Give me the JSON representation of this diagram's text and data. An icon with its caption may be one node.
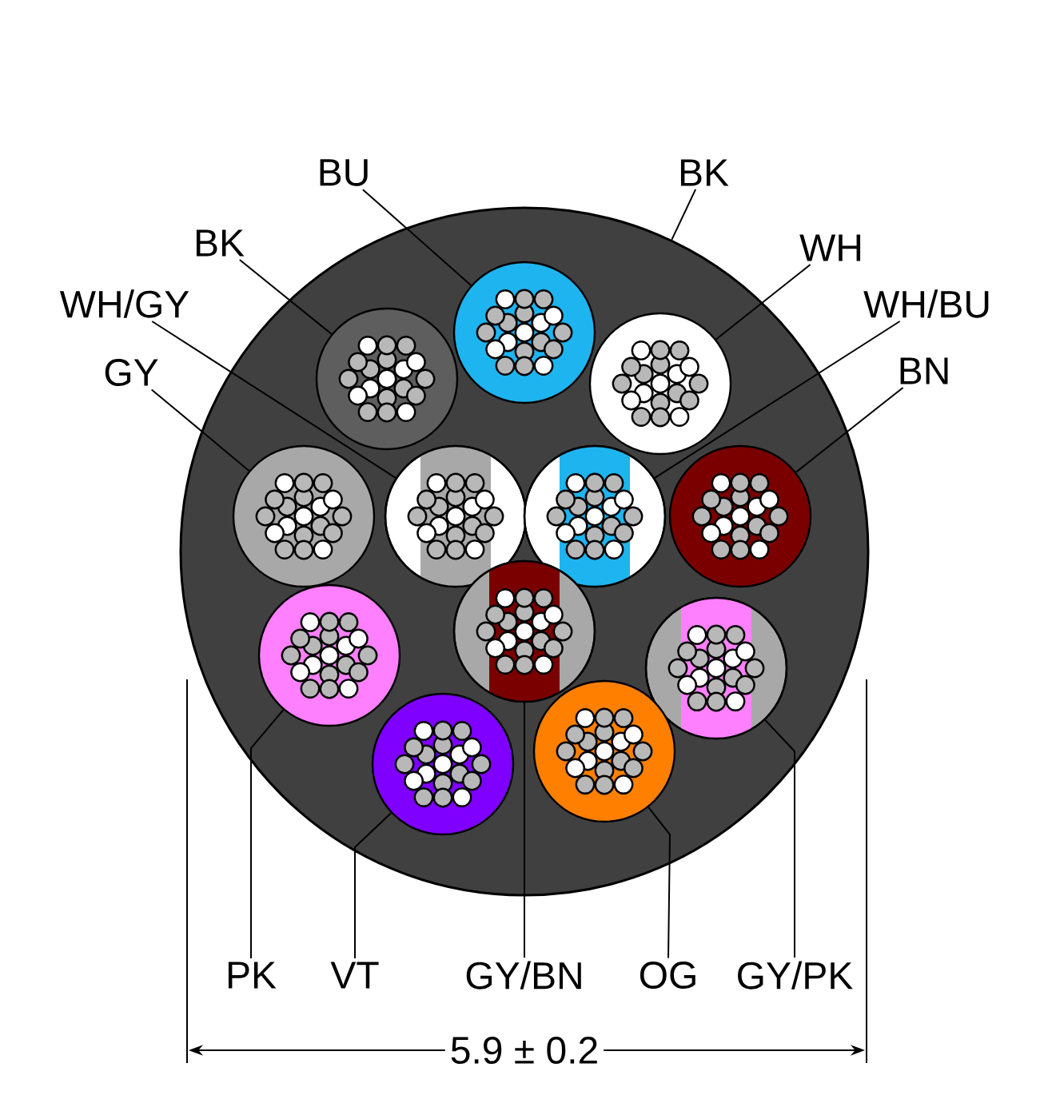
{
  "diagram": {
    "nodes": [
      {
        "text": [
          "BU"
        ]
      },
      {
        "text": [
          "BK"
        ]
      },
      {
        "text": [
          "BK"
        ]
      },
      {
        "text": [
          "WH"
        ]
      },
      {
        "text": [
          "WH/GY"
        ]
      },
      {
        "text": [
          "WH/BU"
        ]
      },
      {
        "text": [
          "GY"
        ]
      },
      {
        "text": [
          "BN"
        ]
      },
      {
        "text": [],
        "shape": "circle"
      },
      {
        "text": [],
        "shape": "circle",
        "in": 8
      },
      {
        "text": [],
        "shape": "circle",
        "in": 8
      },
      {
        "text": [],
        "shape": "circle",
        "in": 8
      },
      {
        "text": [],
        "shape": "circle",
        "in": 8
      },
      {
        "text": [],
        "shape": "circle",
        "in": 8
      },
      {
        "text": [],
        "shape": "circle",
        "in": 8
      },
      {
        "text": [],
        "shape": "circle",
        "in": 8
      },
      {
        "text": [],
        "shape": "circle",
        "in": 8
      },
      {
        "text": [],
        "shape": "circle",
        "in": 8
      },
      {
        "text": [],
        "shape": "circle",
        "in": 8
      },
      {
        "text": [],
        "shape": "circle",
        "in": 8
      },
      {
        "text": [],
        "shape": "circle",
        "in": 8
      },
      {
        "text": [
          "PK"
        ]
      },
      {
        "text": [
          "VT"
        ]
      },
      {
        "text": [
          "GY/BN"
        ]
      },
      {
        "text": [
          "OG"
        ]
      },
      {
        "text": [
          "GY/PK"
        ]
      }
    ],
    "edges": [
      {
        "from": 0,
        "to": 9,
        "arrow": "none"
      },
      {
        "from": 1,
        "to": 8,
        "arrow": "none"
      },
      {
        "from": 2,
        "to": 10,
        "arrow": "none"
      },
      {
        "from": 3,
        "to": 11,
        "arrow": "none"
      },
      {
        "from": 4,
        "to": 13,
        "arrow": "none"
      },
      {
        "from": 5,
        "to": 14,
        "arrow": "none"
      },
      {
        "from": 6,
        "to": 12,
        "arrow": "none"
      },
      {
        "from": 7,
        "to": 15,
        "arrow": "none"
      },
      {
        "from": 21,
        "to": 16,
        "arrow": "none"
      },
      {
        "from": 22,
        "to": 20,
        "arrow": "none"
      },
      {
        "from": 23,
        "to": 17,
        "arrow": "none"
      },
      {
        "from": 24,
        "to": 19,
        "arrow": "none"
      },
      {
        "from": 25,
        "to": 18,
        "arrow": "none"
      }
    ],
    "labels": [
      "5.9 ± 0.2"
    ]
  }
}
